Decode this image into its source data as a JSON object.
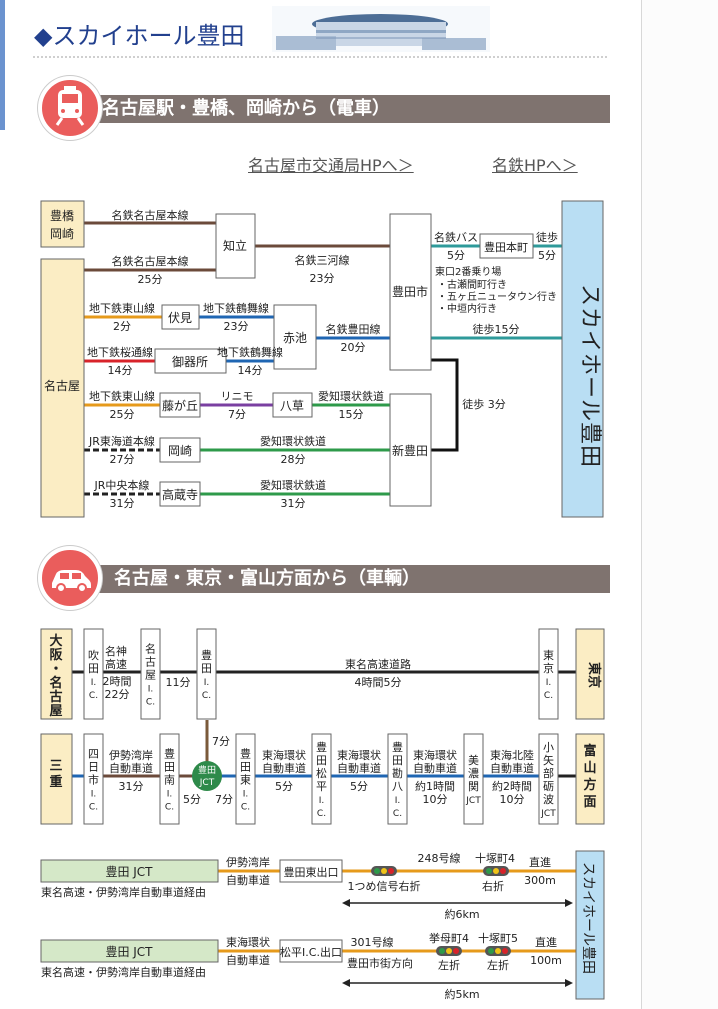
{
  "page_title": "◆スカイホール豊田",
  "train_section": {
    "title": "名古屋駅・豊橋、岡崎から（電車）",
    "links": [
      "名古屋市交通局HPへ＞",
      "名鉄HPへ＞"
    ],
    "nodes": {
      "toyohashi": [
        "豊橋",
        "岡崎"
      ],
      "nagoya": "名古屋",
      "chiryu": "知立",
      "fushimi": "伏見",
      "gokiso": "御器所",
      "fujigaoka": "藤が丘",
      "okazaki": "岡崎",
      "kozoji": "高蔵寺",
      "akaike": "赤池",
      "yakusa": "八草",
      "toyotashi": "豊田市",
      "shintoyota": "新豊田",
      "toyotahonmachi": "豊田本町",
      "destination": "スカイホール豊田"
    },
    "lines": [
      {
        "name": "名鉄名古屋本線",
        "time": ""
      },
      {
        "name": "名鉄名古屋本線",
        "time": "25分"
      },
      {
        "name": "地下鉄東山線",
        "time": "2分"
      },
      {
        "name": "地下鉄桜通線",
        "time": "14分"
      },
      {
        "name": "地下鉄東山線",
        "time": "25分"
      },
      {
        "name": "JR東海道本線",
        "time": "27分"
      },
      {
        "name": "JR中央本線",
        "time": "31分"
      },
      {
        "name": "地下鉄鶴舞線",
        "time": "23分"
      },
      {
        "name": "地下鉄鶴舞線",
        "time": "14分"
      },
      {
        "name": "リニモ",
        "time": "7分"
      },
      {
        "name": "名鉄三河線",
        "time": "23分"
      },
      {
        "name": "名鉄豊田線",
        "time": "20分"
      },
      {
        "name": "愛知環状鉄道",
        "time": "15分"
      },
      {
        "name": "愛知環状鉄道",
        "time": "28分"
      },
      {
        "name": "愛知環状鉄道",
        "time": "31分"
      },
      {
        "name": "名鉄バス",
        "time": "5分"
      },
      {
        "name": "徒歩",
        "time": "5分"
      },
      {
        "name": "徒歩15分",
        "time": ""
      },
      {
        "name": "徒歩 3分",
        "time": ""
      }
    ],
    "bus_note": [
      "東口2番乗り場",
      "・古瀬間町行き",
      "・五ヶ丘ニュータウン行き",
      "・中垣内行き"
    ]
  },
  "car_section": {
    "title": "名古屋・東京・富山方面から（車輌）",
    "origins": {
      "osaka": [
        "大",
        "阪",
        "・",
        "名",
        "古",
        "屋"
      ],
      "tokyo": "東京",
      "mie": [
        "三",
        "重"
      ],
      "toyama": [
        "富",
        "山",
        "方",
        "面"
      ]
    },
    "ics_top": [
      [
        "吹",
        "田",
        "I.",
        "C."
      ],
      [
        "名",
        "古",
        "屋",
        "I.",
        "C."
      ],
      [
        "豊",
        "田",
        "I.",
        "C."
      ],
      [
        "東",
        "京",
        "I.",
        "C."
      ]
    ],
    "ics_bottom": [
      [
        "四",
        "日",
        "市",
        "I.",
        "C."
      ],
      [
        "豊",
        "田",
        "南",
        "I.",
        "C."
      ],
      [
        "豊",
        "田",
        "東",
        "I.",
        "C."
      ],
      [
        "豊",
        "田",
        "松",
        "平",
        "I.",
        "C."
      ],
      [
        "豊",
        "田",
        "勘",
        "八",
        "I.",
        "C."
      ],
      [
        "美",
        "濃",
        "関",
        "JCT"
      ],
      [
        "小",
        "矢",
        "部",
        "砺",
        "波",
        "JCT"
      ]
    ],
    "jct": [
      "豊田",
      "JCT"
    ],
    "road_labels": [
      [
        "名神",
        "高速"
      ],
      [
        "2時間",
        "22分"
      ],
      "11分",
      [
        "東名高速道路",
        "4時間5分"
      ],
      "7分",
      [
        "伊勢湾岸",
        "自動車道",
        "31分"
      ],
      "5分",
      "7分",
      [
        "東海環状",
        "自動車道",
        "5分"
      ],
      [
        "東海環状",
        "自動車道",
        "5分"
      ],
      [
        "東海環状",
        "自動車道",
        "約1時間",
        "10分"
      ],
      [
        "東海北陸",
        "自動車道",
        "約2時間",
        "10分"
      ]
    ],
    "routes": [
      {
        "start": "豊田 JCT",
        "via": "東名高速・伊勢湾岸自動車道経由",
        "road": [
          "伊勢湾岸",
          "自動車道"
        ],
        "exit": "豊田東出口",
        "steps": [
          "1つめ信号右折",
          "248号線",
          "十塚町4",
          "右折",
          "直進",
          "300m"
        ],
        "distance": "約6km"
      },
      {
        "start": "豊田 JCT",
        "via": "東名高速・伊勢湾岸自動車道経由",
        "road": [
          "東海環状",
          "自動車道"
        ],
        "exit": "松平I.C.出口",
        "steps": [
          "301号線",
          "豊田市街方向",
          "挙母町4",
          "左折",
          "十塚町5",
          "左折",
          "直進",
          "100m"
        ],
        "distance": "約5km"
      }
    ],
    "destination": "スカイホール豊田"
  },
  "colors": {
    "heading": "#22408e",
    "band": "#7f736f",
    "accent_red": "#ea5d5c",
    "node_fill": "#fbedc4",
    "dest_fill": "#b9def3",
    "jct_green": "#2e8a4a",
    "route_fill": "#d5e8c8"
  }
}
